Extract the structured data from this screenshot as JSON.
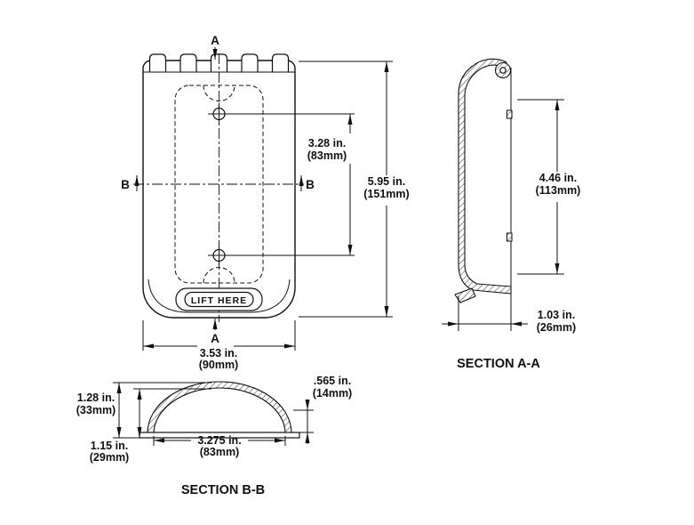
{
  "colors": {
    "ink": "#111111",
    "background": "#ffffff"
  },
  "front_view": {
    "cut_label_a": "A",
    "cut_label_b": "B",
    "lift_label": "LIFT HERE",
    "dim_hole_spacing_in": "3.28 in.",
    "dim_hole_spacing_mm": "(83mm)",
    "dim_overall_height_in": "5.95 in.",
    "dim_overall_height_mm": "(151mm)",
    "dim_overall_width_in": "3.53 in.",
    "dim_overall_width_mm": "(90mm)"
  },
  "section_aa": {
    "title": "SECTION A-A",
    "dim_opening_height_in": "4.46 in.",
    "dim_opening_height_mm": "(113mm)",
    "dim_depth_in": "1.03 in.",
    "dim_depth_mm": "(26mm)"
  },
  "section_bb": {
    "title": "SECTION B-B",
    "dim_overall_height_in": "1.28 in.",
    "dim_overall_height_mm": "(33mm)",
    "dim_inner_height_in": "1.15 in.",
    "dim_inner_height_mm": "(29mm)",
    "dim_opening_width_in": "3.275 in.",
    "dim_opening_width_mm": "(83mm)",
    "dim_cover_height_in": ".565 in.",
    "dim_cover_height_mm": "(14mm)"
  }
}
